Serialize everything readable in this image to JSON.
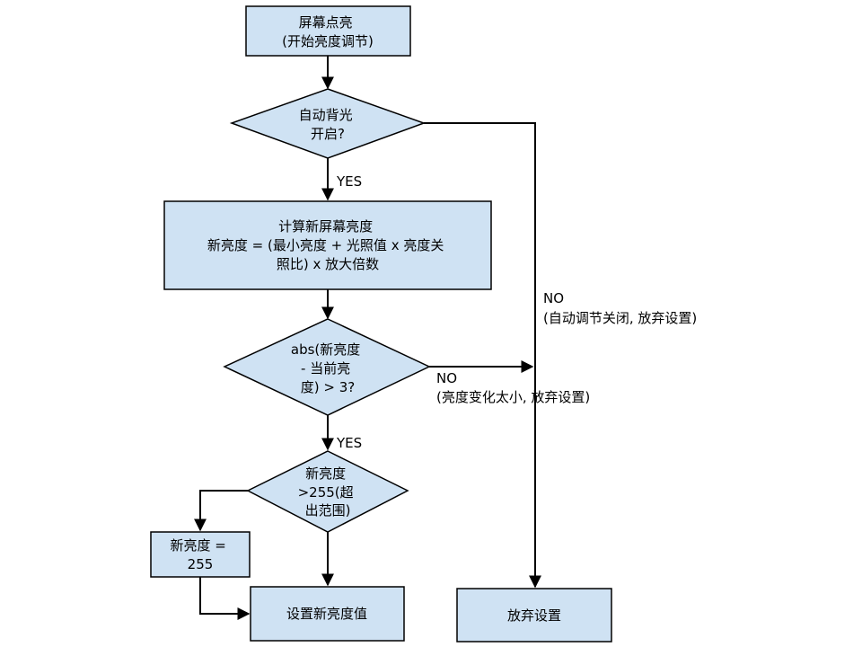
{
  "colors": {
    "node_fill": "#cfe2f3",
    "stroke": "#000000",
    "background": "#ffffff"
  },
  "nodes": {
    "start": {
      "lines": [
        "屏幕点亮",
        "(开始亮度调节)"
      ]
    },
    "auto_backlight": {
      "lines": [
        "自动背光",
        "开启?"
      ]
    },
    "compute": {
      "lines": [
        "计算新屏幕亮度",
        "新亮度 = (最小亮度 + 光照值 x 亮度关",
        "照比) x 放大倍数"
      ]
    },
    "abs_check": {
      "lines": [
        "abs(新亮度",
        "- 当前亮",
        "度) > 3?"
      ]
    },
    "over_255": {
      "lines": [
        "新亮度",
        ">255(超",
        "出范围)"
      ]
    },
    "set_255": {
      "lines": [
        "新亮度 =",
        "255"
      ]
    },
    "set_value": {
      "lines": [
        "设置新亮度值"
      ]
    },
    "abandon": {
      "lines": [
        "放弃设置"
      ]
    }
  },
  "edges": {
    "yes_auto": {
      "label": "YES"
    },
    "yes_abs": {
      "label": "YES"
    },
    "no_auto": {
      "lines": [
        "NO",
        "(自动调节关闭, 放弃设置)"
      ]
    },
    "no_abs": {
      "lines": [
        "NO",
        "(亮度变化太小, 放弃设置)"
      ]
    }
  }
}
